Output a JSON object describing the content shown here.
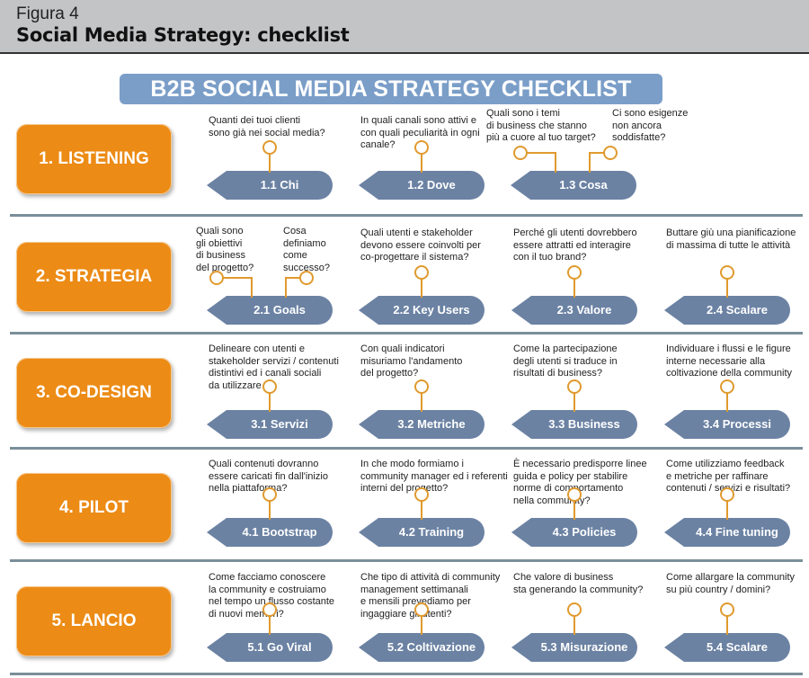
{
  "figure_label": "Figura 4",
  "figure_title": "Social Media Strategy: checklist",
  "banner": "B2B SOCIAL MEDIA STRATEGY CHECKLIST",
  "colors": {
    "phase": "#ec8b15",
    "step": "#6b82a3",
    "connector": "#e09a2e",
    "banner": "#7a9ec8",
    "divider": "#7a8f99"
  },
  "phases": [
    {
      "label": "1. LISTENING",
      "steps": [
        {
          "label": "1.1 Chi",
          "questions": [
            "Quanti dei tuoi clienti\nsono già nei social media?"
          ]
        },
        {
          "label": "1.2 Dove",
          "questions": [
            "In quali canali sono attivi e\ncon quali peculiarità in ogni\ncanale?"
          ]
        },
        {
          "label": "1.3 Cosa",
          "questions": [
            "Quali sono i temi\ndi business che stanno\npiù a cuore al tuo target?",
            "Ci sono esigenze\nnon ancora\nsoddisfatte?"
          ]
        }
      ]
    },
    {
      "label": "2. STRATEGIA",
      "steps": [
        {
          "label": "2.1 Goals",
          "questions": [
            "Quali sono\ngli obiettivi\ndi business\ndel progetto?",
            "Cosa\ndefiniamo\ncome\nsuccesso?"
          ]
        },
        {
          "label": "2.2 Key Users",
          "questions": [
            "Quali utenti e stakeholder\ndevono essere coinvolti per\nco-progettare il sistema?"
          ]
        },
        {
          "label": "2.3 Valore",
          "questions": [
            "Perché gli utenti dovrebbero\nessere attratti ed interagire\ncon il tuo brand?"
          ]
        },
        {
          "label": "2.4 Scalare",
          "questions": [
            "Buttare giù una pianificazione\ndi massima di tutte le attività"
          ]
        }
      ]
    },
    {
      "label": "3. CO-DESIGN",
      "steps": [
        {
          "label": "3.1 Servizi",
          "questions": [
            "Delineare con utenti e\nstakeholder servizi / contenuti\ndistintivi ed i canali sociali\nda utilizzare"
          ]
        },
        {
          "label": "3.2 Metriche",
          "questions": [
            "Con quali indicatori\nmisuriamo l'andamento\ndel progetto?"
          ]
        },
        {
          "label": "3.3 Business",
          "questions": [
            "Come la partecipazione\ndegli utenti si traduce in\nrisultati di business?"
          ]
        },
        {
          "label": "3.4 Processi",
          "questions": [
            "Individuare i flussi e le figure\ninterne necessarie alla\ncoltivazione della community"
          ]
        }
      ]
    },
    {
      "label": "4. PILOT",
      "steps": [
        {
          "label": "4.1 Bootstrap",
          "questions": [
            "Quali contenuti dovranno\nessere caricati fin dall'inizio\nnella piattaforma?"
          ]
        },
        {
          "label": "4.2 Training",
          "questions": [
            "In che modo formiamo i\ncommunity manager ed i referenti\ninterni del progetto?"
          ]
        },
        {
          "label": "4.3 Policies",
          "questions": [
            "È necessario predisporre linee\nguida e policy per stabilire\nnorme di comportamento\nnella community?"
          ]
        },
        {
          "label": "4.4 Fine tuning",
          "questions": [
            "Come utilizziamo feedback\ne metriche per raffinare\ncontenuti / servizi e risultati?"
          ]
        }
      ]
    },
    {
      "label": "5. LANCIO",
      "steps": [
        {
          "label": "5.1 Go Viral",
          "questions": [
            "Come facciamo conoscere\nla community e costruiamo\nnel tempo un flusso costante\ndi nuovi membri?"
          ]
        },
        {
          "label": "5.2 Coltivazione",
          "questions": [
            "Che tipo di attività di community\nmanagement settimanali\ne mensili prevediamo per\ningaggiare gli utenti?"
          ]
        },
        {
          "label": "5.3 Misurazione",
          "questions": [
            "Che valore di business\nsta generando la community?"
          ]
        },
        {
          "label": "5.4 Scalare",
          "questions": [
            "Come allargare la community\nsu più country / domini?"
          ]
        }
      ]
    }
  ]
}
